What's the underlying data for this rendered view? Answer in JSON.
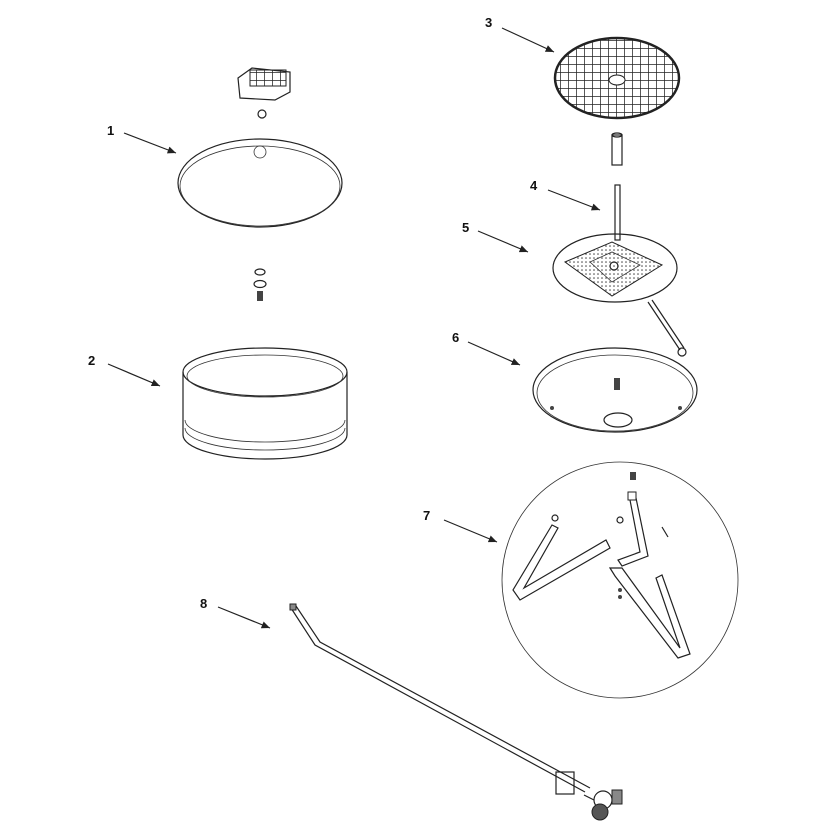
{
  "diagram": {
    "line_color": "#222222",
    "parts": [
      {
        "number": "1",
        "icon": "grill-lid"
      },
      {
        "number": "2",
        "icon": "bowl-ring"
      },
      {
        "number": "3",
        "icon": "cooking-grate"
      },
      {
        "number": "4",
        "icon": "center-rod"
      },
      {
        "number": "5",
        "icon": "burner-plate"
      },
      {
        "number": "6",
        "icon": "drip-pan"
      },
      {
        "number": "7",
        "icon": "leg-assembly"
      },
      {
        "number": "8",
        "icon": "gas-tube-and-valve"
      }
    ]
  }
}
